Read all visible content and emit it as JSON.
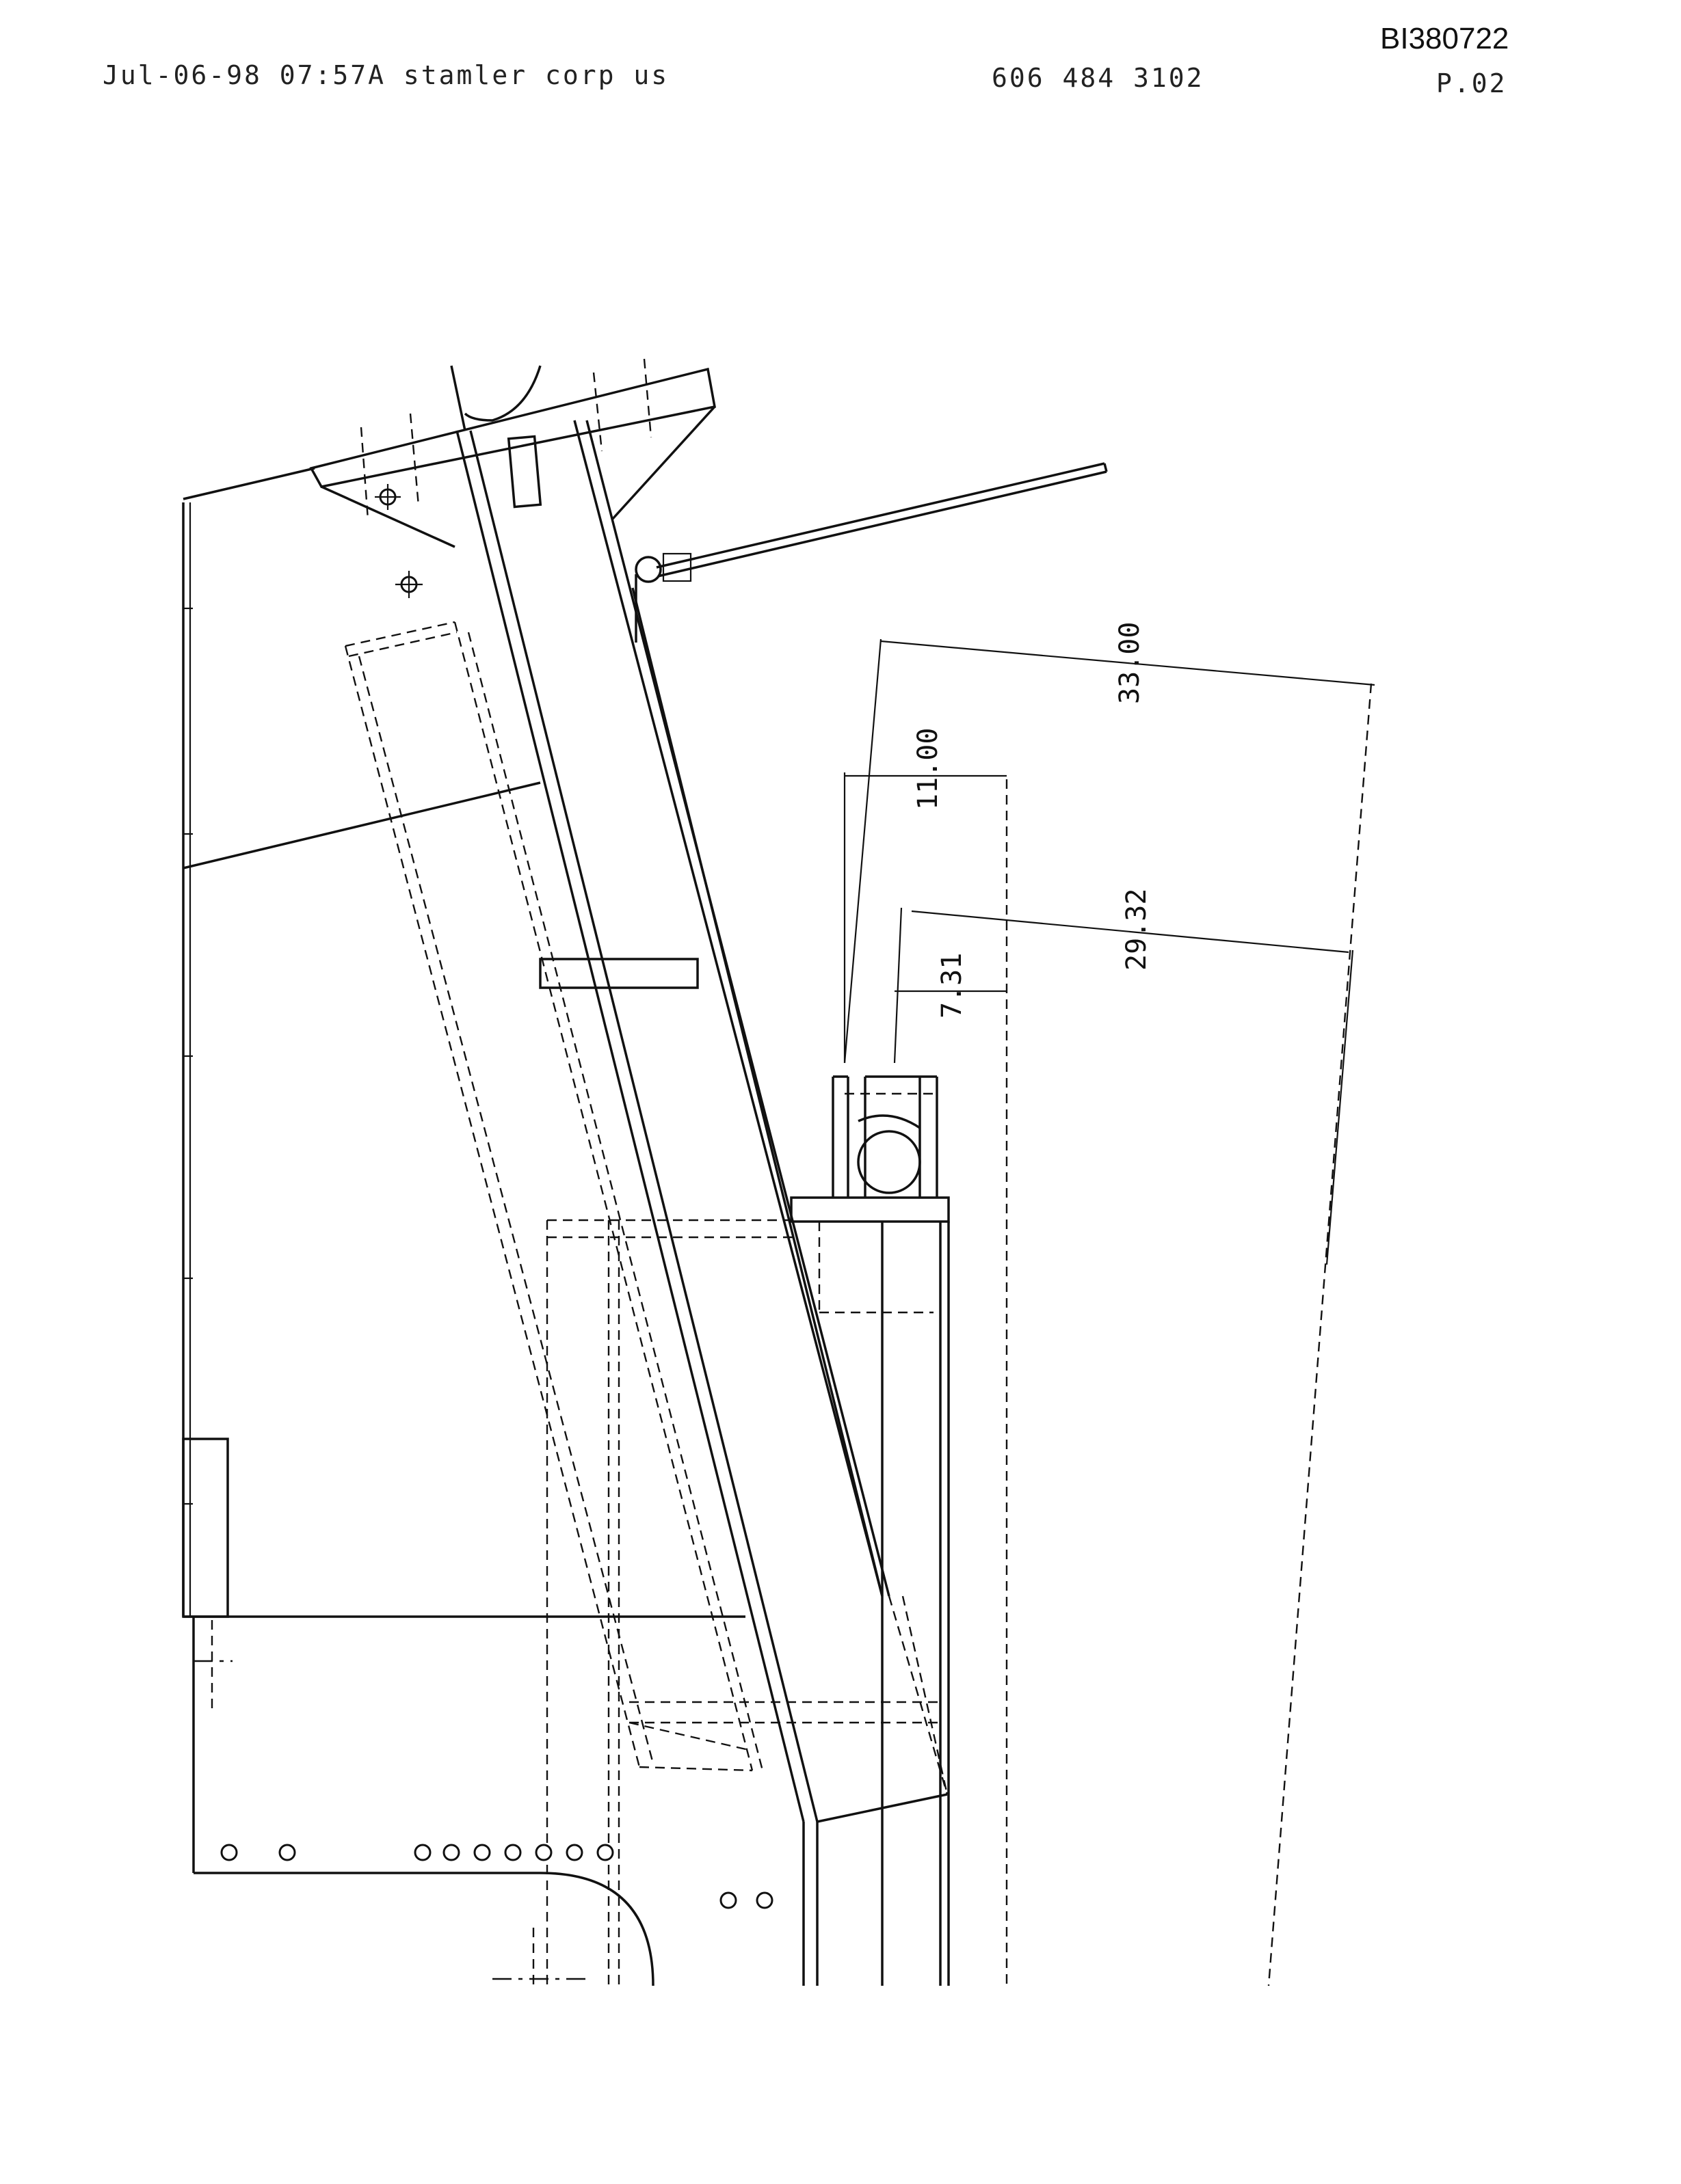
{
  "header": {
    "fax_line": "Jul-06-98 07:57A stamler corp us",
    "phone": "606 484 3102",
    "page": "P.02",
    "doc_id": "BI380722"
  },
  "dimensions": {
    "d1": "33.00",
    "d2": "11.00",
    "d3": "29.32",
    "d4": "7.31"
  }
}
